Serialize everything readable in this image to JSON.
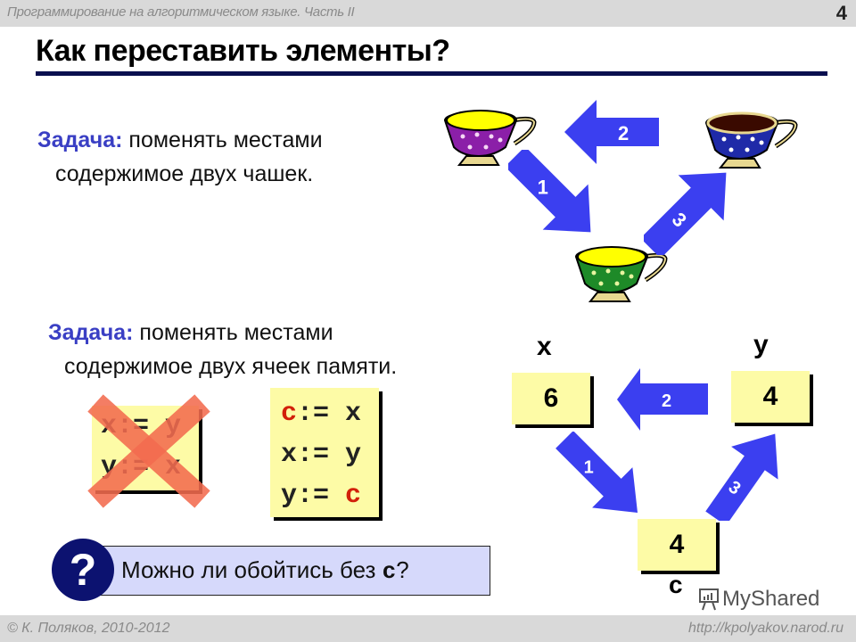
{
  "header": {
    "course": "Программирование на алгоритмическом языке. Часть II",
    "page_number": "4"
  },
  "title": "Как переставить элементы?",
  "task1": {
    "label": "Задача:",
    "line1": " поменять местами",
    "line2": "содержимое двух чашек."
  },
  "cups_diagram": {
    "cups": [
      {
        "name": "left-cup",
        "body_color": "#8b1fa8",
        "contents_color": "#ffff00"
      },
      {
        "name": "right-cup",
        "body_color": "#1f2aa8",
        "contents_color": "#3a0a00"
      },
      {
        "name": "bottom-cup",
        "body_color": "#1e8a28",
        "contents_color": "#ffff00"
      }
    ],
    "arrows": [
      {
        "step": "1",
        "from": "left-cup",
        "to": "bottom-cup"
      },
      {
        "step": "2",
        "from": "right-cup",
        "to": "left-cup"
      },
      {
        "step": "3",
        "from": "bottom-cup",
        "to": "right-cup"
      }
    ],
    "arrow_color": "#3b3ff0"
  },
  "task2": {
    "label": "Задача:",
    "line1": " поменять местами",
    "line2": "содержимое двух ячеек памяти."
  },
  "wrong_code": {
    "lines": [
      "x:= y",
      "y:= x"
    ],
    "crossed_out": true,
    "cross_color": "#f26b4f"
  },
  "right_code": {
    "lines": [
      {
        "lhs": "c",
        "op": ":= ",
        "rhs": "x"
      },
      {
        "lhs": "x",
        "op": ":= ",
        "rhs": "y"
      },
      {
        "lhs": "y",
        "op": ":= ",
        "rhs": "c"
      }
    ]
  },
  "memory_diagram": {
    "cells": {
      "x": {
        "name": "x",
        "value": "6"
      },
      "y": {
        "name": "y",
        "value": "4"
      },
      "c": {
        "name": "c",
        "value": "4"
      }
    },
    "arrows": [
      {
        "step": "1",
        "from": "x",
        "to": "c"
      },
      {
        "step": "2",
        "from": "y",
        "to": "x"
      },
      {
        "step": "3",
        "from": "c",
        "to": "y"
      }
    ]
  },
  "question": {
    "icon": "?",
    "text_before": "Можно ли обойтись без ",
    "var": "c",
    "text_after": "?"
  },
  "watermark": {
    "text": "MyShared"
  },
  "footer": {
    "copyright": "© К. Поляков, 2010-2012",
    "url": "http://kpolyakov.narod.ru"
  },
  "colors": {
    "accent_blue": "#3a3fc4",
    "title_rule": "#0a0f4f",
    "code_bg": "#fdfba6",
    "question_bg": "#d6d9fb",
    "question_circle": "#0c1270",
    "var_c_red": "#d2200a"
  }
}
